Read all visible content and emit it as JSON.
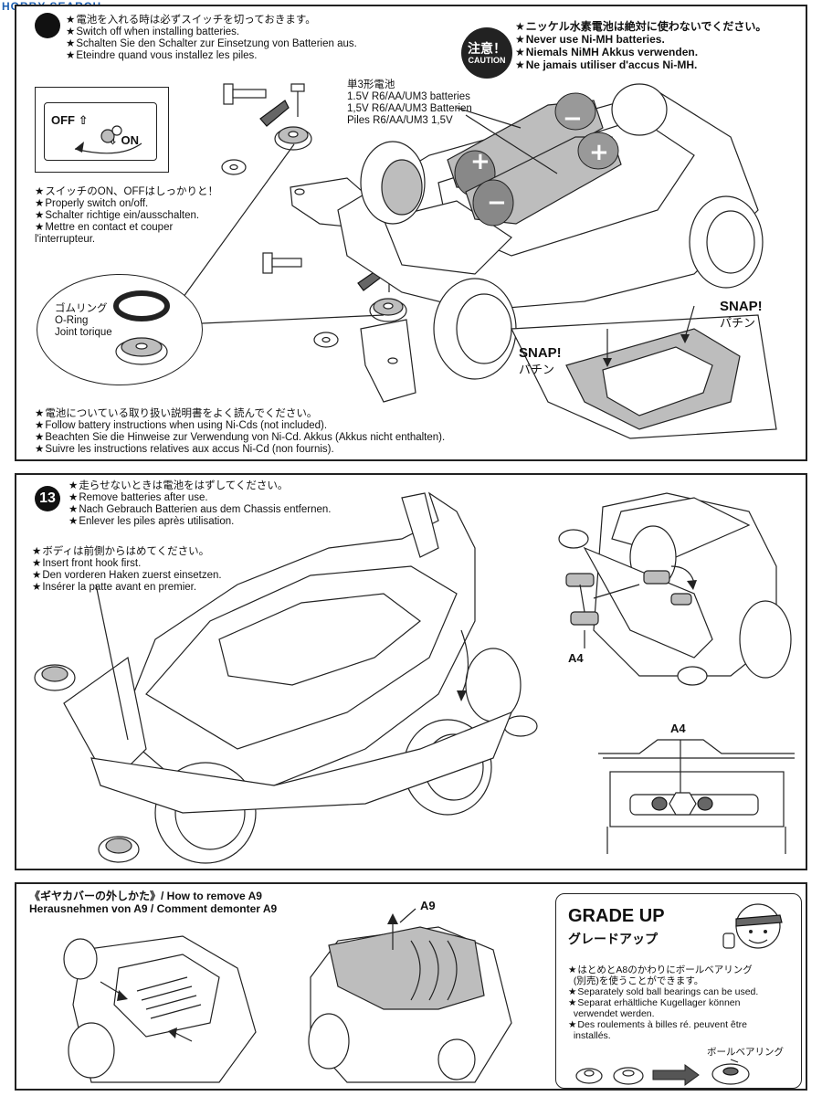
{
  "watermark": "HOBBY SEARCH",
  "step12": {
    "header_lines": [
      "電池を入れる時は必ずスイッチを切っておきます。",
      "Switch off when installing batteries.",
      "Schalten Sie den Schalter zur Einsetzung von Batterien aus.",
      "Eteindre quand vous installez les piles."
    ],
    "caution_jp": "注意！",
    "caution_en": "CAUTION",
    "caution_lines": [
      "ニッケル水素電池は絶対に使わないでください。",
      "Never use Ni-MH batteries.",
      "Niemals NiMH Akkus verwenden.",
      "Ne jamais utiliser d'accus Ni-MH."
    ],
    "switch_off": "OFF",
    "switch_on": "ON",
    "switch_lines": [
      "スイッチのON、OFFはしっかりと！",
      "Properly switch on/off.",
      "Schalter richtige ein/ausschalten.",
      "Mettre en contact et couper l'interrupteur."
    ],
    "battery_lines": [
      "単3形電池",
      "1.5V R6/AA/UM3 batteries",
      "1,5V R6/AA/UM3 Batterien",
      "Piles R6/AA/UM3 1,5V"
    ],
    "oring_lines": [
      "ゴムリング",
      "O-Ring",
      "Joint torique"
    ],
    "snap1_en": "SNAP!",
    "snap1_jp": "パチン",
    "snap2_en": "SNAP!",
    "snap2_jp": "パチン",
    "footer_lines": [
      "電池についている取り扱い説明書をよく読んでください。",
      "Follow battery instructions when using Ni-Cds (not included).",
      "Beachten Sie die Hinweise zur Verwendung von Ni-Cd. Akkus (Akkus nicht enthalten).",
      "Suivre les instructions relatives aux accus Ni-Cd (non fournis)."
    ]
  },
  "step13": {
    "number": "13",
    "header_lines": [
      "走らせないときは電池をはずしてください。",
      "Remove batteries after use.",
      "Nach Gebrauch Batterien aus dem Chassis entfernen.",
      "Enlever les piles après utilisation."
    ],
    "body_lines": [
      "ボディは前側からはめてください。",
      "Insert front hook first.",
      "Den vorderen Haken zuerst einsetzen.",
      "Insérer la patte avant en premier."
    ],
    "label_a4_1": "A4",
    "label_a4_2": "A4"
  },
  "bottom": {
    "remove_title_1": "《ギヤカバーの外しかた》/ How to remove A9",
    "remove_title_2": "Herausnehmen von A9 / Comment demonter A9",
    "label_a9": "A9",
    "grade_up_en": "GRADE UP",
    "grade_up_jp": "グレードアップ",
    "grade_lines": [
      "はとめとA8のかわりにボールベアリング",
      "(別売)を使うことができます。",
      "Separately sold ball bearings can be used.",
      "Separat erhältliche Kugellager können",
      "verwendet werden.",
      "Des roulements à billes ré. peuvent être",
      "installés."
    ],
    "ball_bearing_label": "ボールベアリング"
  }
}
